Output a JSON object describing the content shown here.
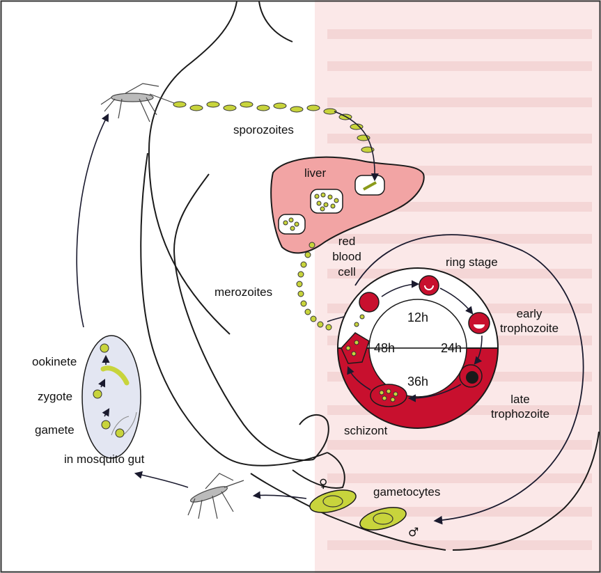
{
  "labels": {
    "sporozoites": "sporozoites",
    "liver": "liver",
    "red_blood_cell": [
      "red",
      "blood",
      "cell"
    ],
    "merozoites": "merozoites",
    "ring_stage": "ring stage",
    "early_trophozoite": [
      "early",
      "trophozoite"
    ],
    "late_trophozoite": [
      "late",
      "trophozoite"
    ],
    "schizont": "schizont",
    "gametocytes": "gametocytes",
    "ookinete": "ookinete",
    "zygote": "zygote",
    "gamete": "gamete",
    "in_mosquito_gut": "in mosquito gut",
    "female_symbol": "♀",
    "male_symbol": "♂"
  },
  "clock": {
    "h12": "12h",
    "h24": "24h",
    "h36": "36h",
    "h48": "48h"
  },
  "colors": {
    "background": "#fdf0f0",
    "liver": "#f2a4a4",
    "blood_red": "#c8102e",
    "parasite_green": "#c8d43c",
    "mosquito_gut": "#e3e6f2"
  }
}
